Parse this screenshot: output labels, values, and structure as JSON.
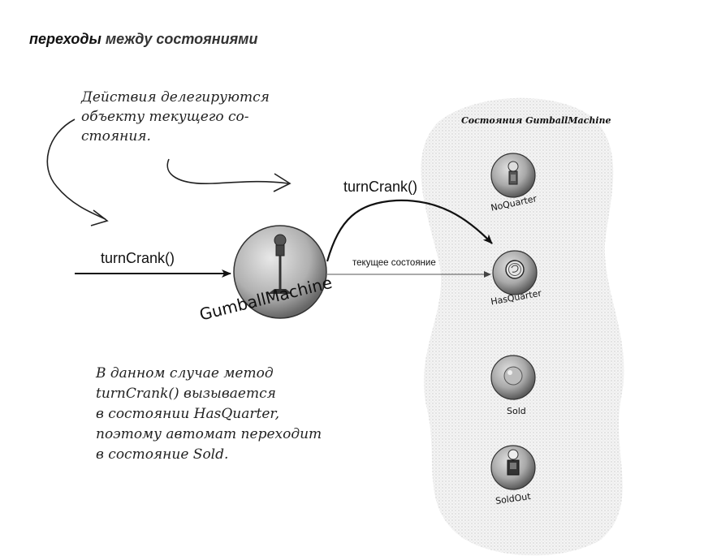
{
  "heading": {
    "part1": "переходы",
    "part2": "между состояниями"
  },
  "note_top": {
    "lines": [
      "Действия делегируются",
      "объекту текущего со-",
      "стояния."
    ]
  },
  "labels": {
    "turn_crank_left": "turnCrank()",
    "turn_crank_top": "turnCrank()",
    "current_state": "текущее состояние"
  },
  "machine": {
    "label": "GumballMachine"
  },
  "states_panel": {
    "title": "Состояния GumballMachine",
    "states": [
      {
        "name": "NoQuarter",
        "icon": "gumball-machine-icon"
      },
      {
        "name": "HasQuarter",
        "icon": "quarter-coin-icon"
      },
      {
        "name": "Sold",
        "icon": "gumball-icon"
      },
      {
        "name": "SoldOut",
        "icon": "empty-machine-icon"
      }
    ]
  },
  "note_bottom": {
    "lines": [
      "В данном случае метод",
      "turnCrank() вызывается",
      "в состоянии HasQuarter,",
      "поэтому автомат переходит",
      "в состояние Sold."
    ]
  }
}
